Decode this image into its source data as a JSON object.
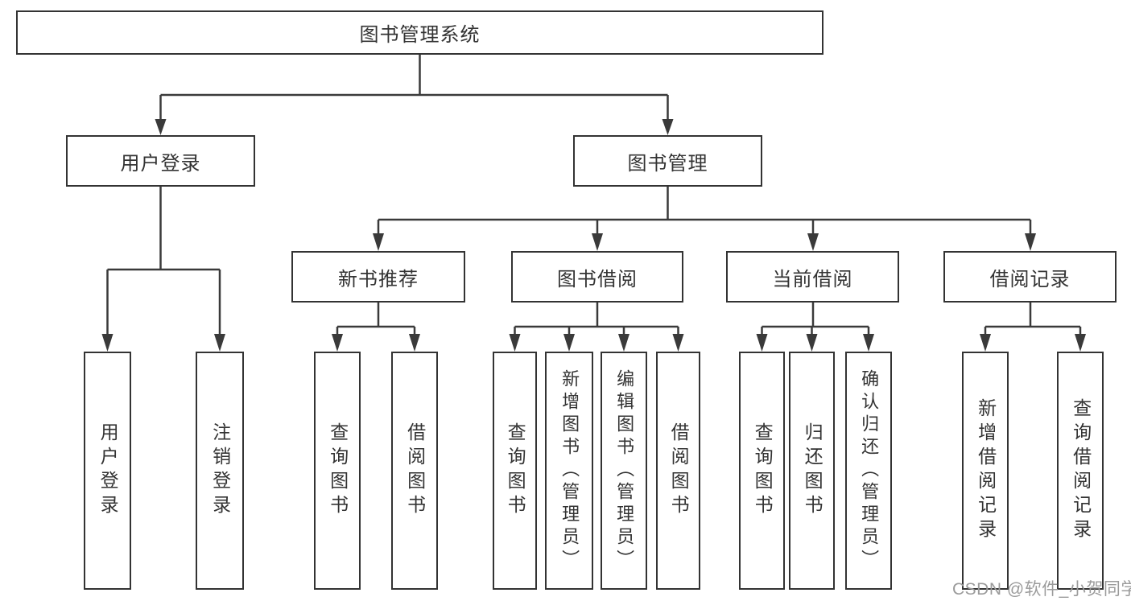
{
  "diagram": {
    "tree": {
      "label": "图书管理系统",
      "children": [
        {
          "label": "用户登录",
          "children": [
            {
              "label": "用户登录"
            },
            {
              "label": "注销登录"
            }
          ]
        },
        {
          "label": "图书管理",
          "children": [
            {
              "label": "新书推荐",
              "children": [
                {
                  "label": "查询图书"
                },
                {
                  "label": "借阅图书"
                }
              ]
            },
            {
              "label": "图书借阅",
              "children": [
                {
                  "label": "查询图书"
                },
                {
                  "label": "新增图书（管理员）"
                },
                {
                  "label": "编辑图书（管理员）"
                },
                {
                  "label": "借阅图书"
                }
              ]
            },
            {
              "label": "当前借阅",
              "children": [
                {
                  "label": "查询图书"
                },
                {
                  "label": "归还图书"
                },
                {
                  "label": "确认归还（管理员）"
                }
              ]
            },
            {
              "label": "借阅记录",
              "children": [
                {
                  "label": "新增借阅记录"
                },
                {
                  "label": "查询借阅记录"
                }
              ]
            }
          ]
        }
      ]
    },
    "colors": {
      "line": "#3a3a3a",
      "box_border": "#333333",
      "box_background": "#ffffff",
      "text": "#333333",
      "watermark_text": "#9b9b9b"
    }
  },
  "watermark": "CSDN @软件_小贺同学"
}
